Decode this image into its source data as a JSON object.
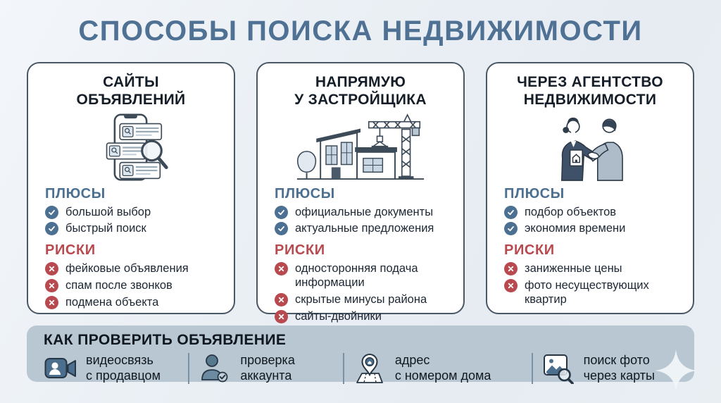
{
  "title": "СПОСОБЫ ПОИСКА НЕДВИЖИМОСТИ",
  "colors": {
    "title-blue": "#4f7193",
    "accent-blue": "#4c7092",
    "risk-red": "#b8494f",
    "text-dark": "#1d2733",
    "card-border": "#4a5764",
    "bar-bg": "#b9c7d2"
  },
  "cards": [
    {
      "id": "listing-sites",
      "title_lines": [
        "САЙТЫ",
        "ОБЪЯВЛЕНИЙ"
      ],
      "illustration": "phone-listings-illustration",
      "pros_label": "ПЛЮСЫ",
      "pros": [
        "большой выбор",
        "быстрый поиск"
      ],
      "risks_label": "РИСКИ",
      "risks": [
        "фейковые объявления",
        "спам после звонков",
        "подмена объекта"
      ]
    },
    {
      "id": "developer-direct",
      "title_lines": [
        "НАПРЯМУЮ",
        "У ЗАСТРОЙЩИКА"
      ],
      "illustration": "house-crane-illustration",
      "pros_label": "ПЛЮСЫ",
      "pros": [
        "официальные документы",
        "актуальные предложения"
      ],
      "risks_label": "РИСКИ",
      "risks": [
        "односторонняя подача информации",
        "скрытые минусы района",
        "сайты-двойники"
      ]
    },
    {
      "id": "agency",
      "title_lines": [
        "ЧЕРЕЗ АГЕНТСТВО",
        "НЕДВИЖИМОСТИ"
      ],
      "illustration": "handshake-agency-illustration",
      "pros_label": "ПЛЮСЫ",
      "pros": [
        "подбор объектов",
        "экономия времени"
      ],
      "risks_label": "РИСКИ",
      "risks": [
        "заниженные цены",
        "фото несуществующих квартир"
      ]
    }
  ],
  "footer": {
    "title": "КАК ПРОВЕРИТЬ ОБЪЯВЛЕНИЕ",
    "items": [
      {
        "icon": "video-call-icon",
        "label_lines": [
          "видеосвязь",
          "с продавцом"
        ]
      },
      {
        "icon": "account-check-icon",
        "label_lines": [
          "проверка",
          "аккаунта"
        ]
      },
      {
        "icon": "map-pin-icon",
        "label_lines": [
          "адрес",
          "с номером дома"
        ]
      },
      {
        "icon": "photo-search-icon",
        "label_lines": [
          "поиск фото",
          "через карты"
        ]
      }
    ]
  }
}
